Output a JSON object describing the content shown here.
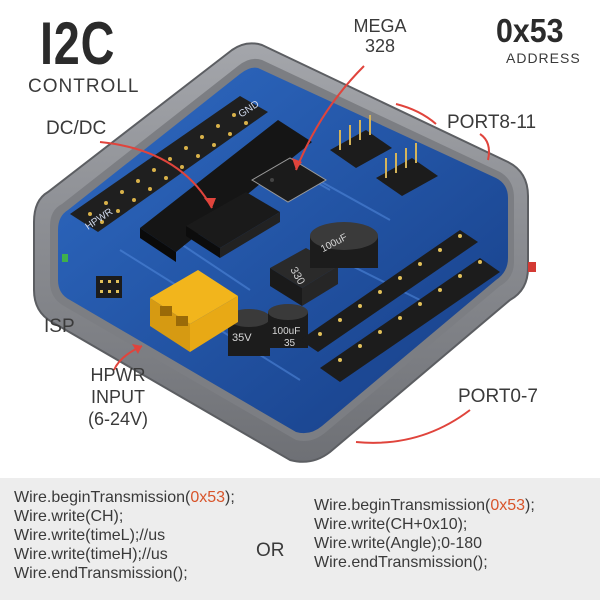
{
  "header": {
    "title": "I2C",
    "subtitle": "CONTROLL",
    "address_value": "0x53",
    "address_label": "ADDRESS"
  },
  "callouts": {
    "mcu_line1": "MEGA",
    "mcu_line2": "328",
    "dcdc": "DC/DC",
    "port_upper": "PORT8-11",
    "isp": "ISP",
    "power_line1": "HPWR",
    "power_line2": "INPUT",
    "power_line3": "(6-24V)",
    "port_lower": "PORT0-7"
  },
  "code_left": {
    "line1_pre": "Wire.beginTransmission(",
    "line1_hex": "0x53",
    "line1_post": ");",
    "line2": "Wire.write(CH);",
    "line3": "Wire.write(timeL);//us",
    "line4": "Wire.write(timeH);//us",
    "line5": "Wire.endTransmission();"
  },
  "separator": "OR",
  "code_right": {
    "line1_pre": "Wire.beginTransmission(",
    "line1_hex": "0x53",
    "line1_post": ");",
    "line2": "Wire.write(CH+0x10);",
    "line3": "Wire.write(Angle);0-180",
    "line4": "Wire.endTransmission();"
  },
  "board_markings": {
    "hpwr_silk": "HPWR",
    "gnd_silk": "GND",
    "cap1": "100uF",
    "cap1_v": "35V",
    "cap2": "100uF",
    "cap2_v": "35",
    "inductor": "330"
  },
  "colors": {
    "pcb_blue": "#1c4fa0",
    "case_gray": "#8c8e93",
    "connector_yellow": "#f2b51c",
    "accent_arrow": "#e0443c",
    "hex_text": "#d8542a"
  }
}
